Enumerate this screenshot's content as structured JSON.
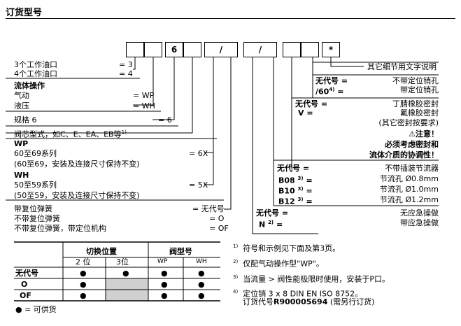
{
  "title": "订货型号",
  "boxes": [
    "",
    "",
    "6",
    "",
    "/",
    "",
    "/",
    "",
    "",
    "*"
  ],
  "left": {
    "ports3": "3个工作油口",
    "ports3_code": "= 3",
    "ports4": "4个工作油口",
    "ports4_code": "= 4",
    "operation_heading": "流体操作",
    "pneumatic": "气动",
    "pneumatic_code": "= WP",
    "hydraulic": "液压",
    "hydraulic_code": "= WH",
    "size": "规格 6",
    "size_code": "= 6",
    "spool_type": "阀芯型式，如C、E、EA、EB等",
    "spool_type_sup": "1)",
    "wp_heading": "WP",
    "wp_series": "60至69系列",
    "wp_series_code": "= 6X",
    "wp_note": "(60至69，安装及连接尺寸保持不变)",
    "wh_heading": "WH",
    "wh_series": "50至59系列",
    "wh_series_code": "= 5X",
    "wh_note": "(50至59，安装及连接尺寸保持不变)",
    "spring_return": "带复位弹簧",
    "spring_return_code": "= 无代号",
    "no_spring": "不带复位弹簧",
    "no_spring_code": "= O",
    "no_spring_detent": "不带复位弹簧，带定位机构",
    "no_spring_detent_code": "= OF"
  },
  "right": {
    "other_details": "其它细节用文字说明",
    "no_code_1": "无代号 =",
    "no_pin_hole": "不带定位销孔",
    "code_60": "/60",
    "code_60_sup": "4)",
    "code_60_eq": "=",
    "with_pin_hole": "带定位销孔",
    "no_code_2": "无代号 =",
    "nbr_seal": "丁腈橡胶密封",
    "code_v": "V =",
    "fkm_seal": "氟橡胶密封",
    "seal_note": "(其它密封按要求)",
    "warning": "注意！",
    "warning_text1": "必须考虑密封和",
    "warning_text2": "流体介质的协调性！",
    "no_code_3": "无代号 =",
    "no_throttle": "不带插装节流器",
    "b08": "B08",
    "b08_sup": "3)",
    "b08_eq": "=",
    "b08_desc": "节流孔 Ø0.8mm",
    "b10": "B10",
    "b10_sup": "3)",
    "b10_eq": "=",
    "b10_desc": "节流孔 Ø1.0mm",
    "b12": "B12",
    "b12_sup": "3)",
    "b12_eq": "=",
    "b12_desc": "节流孔 Ø1.2mm",
    "no_code_4": "无代号 =",
    "no_emergency": "无应急操做",
    "code_n": "N",
    "code_n_sup": "2)",
    "code_n_eq": "=",
    "with_emergency": "带应急操做"
  },
  "table": {
    "switch_position": "切换位置",
    "valve_type": "阀型号",
    "pos2": "2 位",
    "pos3": "3位",
    "wp": "WP",
    "wh": "WH",
    "rows": [
      {
        "label": "无代号",
        "cells": [
          "●",
          "●",
          "●",
          "●"
        ],
        "shade": []
      },
      {
        "label": "O",
        "cells": [
          "●",
          "",
          "●",
          "●"
        ],
        "shade": [
          1
        ]
      },
      {
        "label": "OF",
        "cells": [
          "●",
          "",
          "●",
          "●"
        ],
        "shade": [
          1
        ]
      }
    ],
    "legend": "● = 可供货"
  },
  "footnotes": [
    {
      "num": "1)",
      "text": "符号和示例见下面及第3页。"
    },
    {
      "num": "2)",
      "text": "仅配气动操作型\"WP\"。"
    },
    {
      "num": "3)",
      "text": "当流量 > 阀性能极限时使用，安装于P口。"
    },
    {
      "num": "4)",
      "text": "定位销 3 x 8 DIN EN ISO 8752。"
    }
  ],
  "order_code_label": "订货代号",
  "order_code": "R900005694",
  "order_code_note": "(需另行订货)"
}
